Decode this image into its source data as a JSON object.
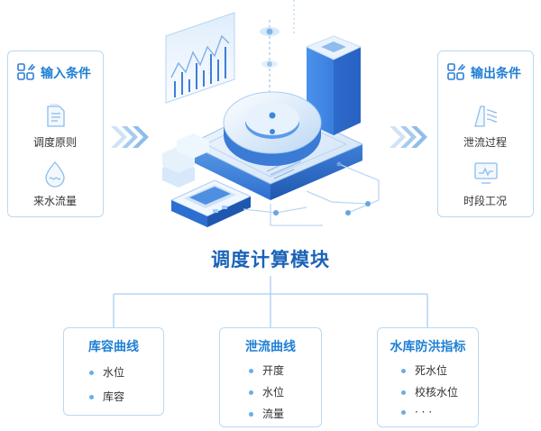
{
  "input_panel": {
    "title": "输入条件",
    "items": [
      {
        "label": "调度原则",
        "icon": "document-icon"
      },
      {
        "label": "来水流量",
        "icon": "water-drop-icon"
      }
    ]
  },
  "output_panel": {
    "title": "输出条件",
    "items": [
      {
        "label": "泄流过程",
        "icon": "spillway-icon"
      },
      {
        "label": "时段工况",
        "icon": "monitor-chart-icon"
      }
    ]
  },
  "center": {
    "title": "调度计算模块"
  },
  "cards": [
    {
      "title": "库容曲线",
      "items": [
        "水位",
        "库容"
      ]
    },
    {
      "title": "泄流曲线",
      "items": [
        "开度",
        "水位",
        "流量"
      ]
    },
    {
      "title": "水库防洪指标",
      "items": [
        "死水位",
        "校核水位",
        "· · ·"
      ]
    }
  ],
  "colors": {
    "accent": "#1f7fd4",
    "title_blue": "#1b63b8",
    "border": "#b9d9f3",
    "platform_light": "#e6f1fb",
    "platform_mid": "#7fb4ea",
    "platform_dark": "#2d6fd0"
  }
}
